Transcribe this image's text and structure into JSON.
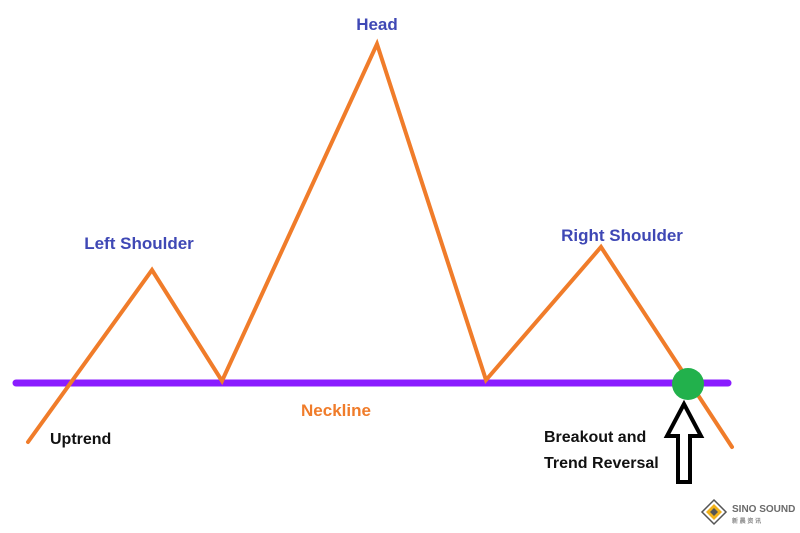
{
  "labels": {
    "head": "Head",
    "left_shoulder": "Left Shoulder",
    "right_shoulder": "Right Shoulder",
    "neckline": "Neckline",
    "uptrend": "Uptrend",
    "breakout_line1": "Breakout and",
    "breakout_line2": "Trend Reversal"
  },
  "watermark": {
    "text": "SINO SOUND",
    "subtext": "新 晨 资 讯"
  },
  "colors": {
    "price_line": "#f07c2a",
    "neckline": "#8a1cff",
    "breakout_dot": "#22b14c",
    "label_blue": "#3f48b5",
    "label_orange": "#f07c2a",
    "arrow": "#000000"
  }
}
